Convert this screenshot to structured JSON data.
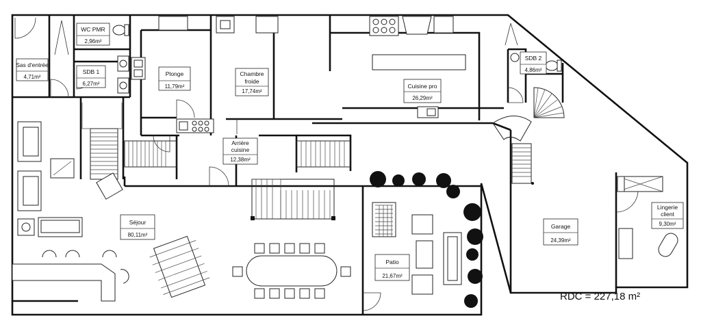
{
  "rooms": [
    {
      "id": "sas",
      "name": "Sas d'entrée",
      "area": "4,71m²"
    },
    {
      "id": "wc",
      "name": "WC PMR",
      "area": "2,96m²"
    },
    {
      "id": "sdb1",
      "name": "SDB 1",
      "area": "6,27m²"
    },
    {
      "id": "plonge",
      "name": "Plonge",
      "area": "11,79m²"
    },
    {
      "id": "chambre",
      "name": "Chambre froide",
      "name_lines": [
        "Chambre",
        "froide"
      ],
      "area": "17,74m²"
    },
    {
      "id": "cuisine",
      "name": "Cuisine pro",
      "area": "26,29m²"
    },
    {
      "id": "sdb2",
      "name": "SDB 2",
      "area": "4,86m²"
    },
    {
      "id": "arriere",
      "name": "Arrière cuisine",
      "name_lines": [
        "Arrière",
        "cuisine"
      ],
      "area": "12,38m²"
    },
    {
      "id": "sejour",
      "name": "Séjour",
      "area": "80,11m²"
    },
    {
      "id": "patio",
      "name": "Patio",
      "area": "21,67m²"
    },
    {
      "id": "garage",
      "name": "Garage",
      "area": "24,39m²"
    },
    {
      "id": "lingerie",
      "name": "Lingerie client",
      "name_lines": [
        "Lingerie",
        "client"
      ],
      "area": "9,30m²"
    }
  ],
  "total": {
    "label": "RDC",
    "value": "227,18 m²",
    "text": "RDC = 227,18 m²"
  }
}
